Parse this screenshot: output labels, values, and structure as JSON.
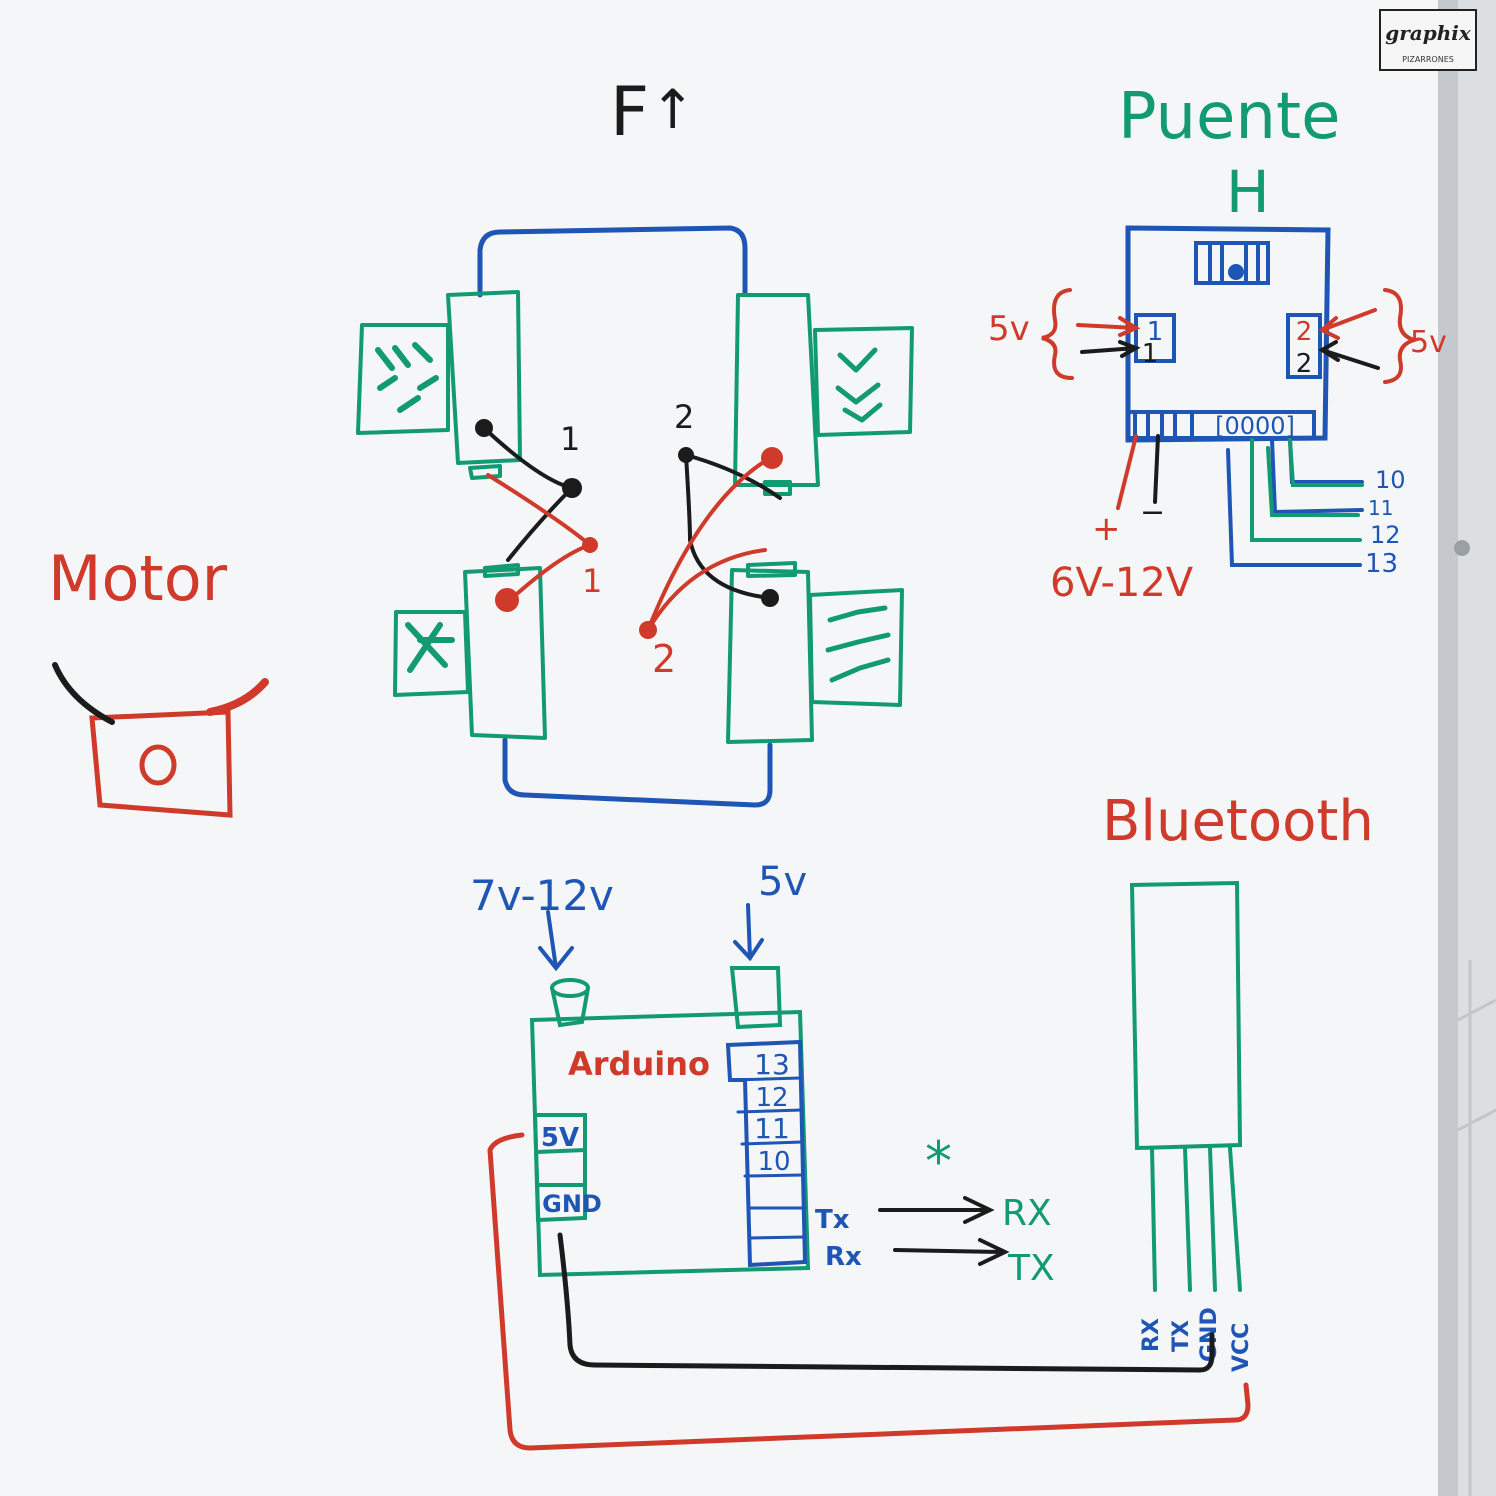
{
  "brand": {
    "name": "graphix",
    "subtitle": "PIZARRONES"
  },
  "colors": {
    "red": "#d03a2a",
    "blue": "#1f55b5",
    "green": "#129a72",
    "black": "#1b1b1b",
    "board": "#f3f5f6",
    "frame": "#c9cdd1"
  },
  "chassis": {
    "direction_label": "F",
    "direction_arrow": "↑",
    "left_terminal_black": "1",
    "left_terminal_red": "1",
    "right_terminal_black": "2",
    "right_terminal_red": "2"
  },
  "motor": {
    "title": "Motor"
  },
  "hbridge": {
    "title_line1": "Puente",
    "title_line2": "H",
    "left_supply": "5v",
    "right_supply": "5v",
    "left_pins": [
      "1",
      "1"
    ],
    "right_pins": [
      "2",
      "2"
    ],
    "header_pins": "[0000]",
    "plus": "+",
    "minus": "−",
    "power": "6V-12V",
    "inputs": [
      "10",
      "11",
      "12",
      "13"
    ]
  },
  "arduino": {
    "title": "Arduino",
    "barrel_supply": "7v-12v",
    "usb_supply": "5v",
    "power_pins": [
      "5V",
      "GND"
    ],
    "digital_pins": [
      "13",
      "12",
      "11",
      "10"
    ],
    "tx": "Tx",
    "rx": "Rx"
  },
  "serial_link": {
    "note": "*",
    "to_rx": "RX",
    "to_tx": "TX"
  },
  "bluetooth": {
    "title": "Bluetooth",
    "pins": [
      "RX",
      "TX",
      "GND",
      "VCC"
    ]
  }
}
